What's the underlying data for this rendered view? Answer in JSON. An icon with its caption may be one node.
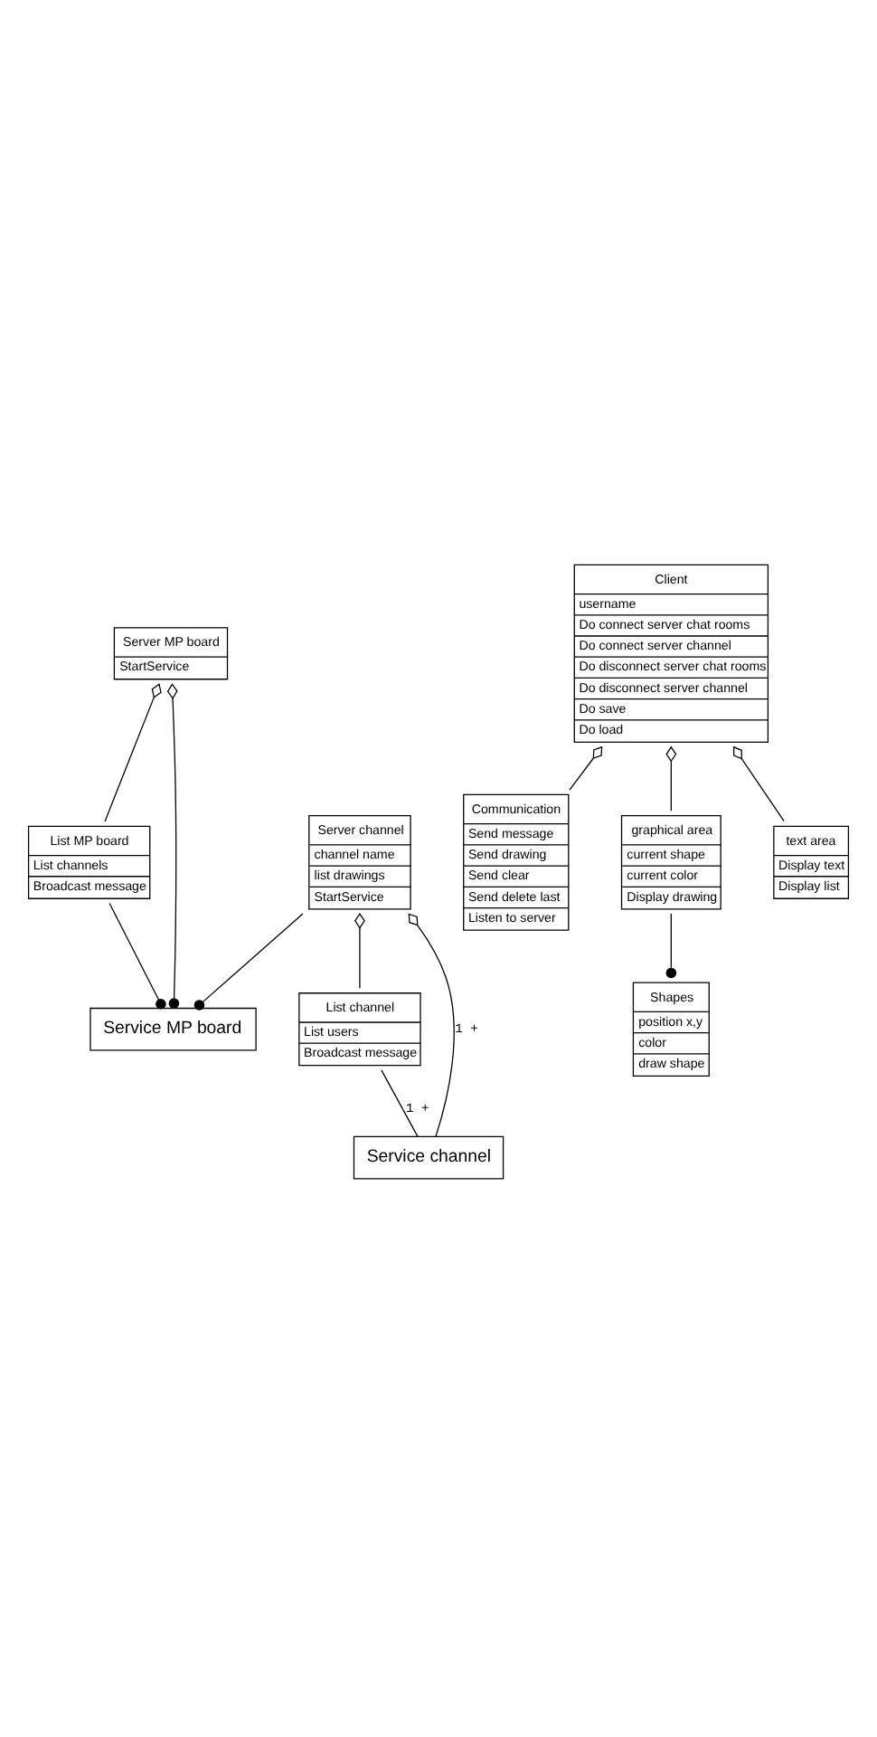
{
  "diagram": {
    "nodes": [
      {
        "text": [
          "Server MP board",
          "StartService"
        ]
      },
      {
        "text": [
          "List MP board",
          "List channels",
          "Broadcast message"
        ]
      },
      {
        "text": [
          "Service MP board"
        ]
      },
      {
        "text": [
          "Server channel",
          "channel name",
          "list drawings",
          "StartService"
        ]
      },
      {
        "text": [
          "List channel",
          "List users",
          "Broadcast message"
        ]
      },
      {
        "text": [
          "Service channel"
        ]
      },
      {
        "text": [
          "Client",
          "username",
          "Do connect server chat rooms",
          "Do connect server channel",
          "Do disconnect server chat rooms",
          "Do disconnect server channel",
          "Do save",
          "Do load"
        ]
      },
      {
        "text": [
          "Communication",
          "Send message",
          "Send drawing",
          "Send clear",
          "Send delete last",
          "Listen to server"
        ]
      },
      {
        "text": [
          "graphical area",
          "current shape",
          "current color",
          "Display drawing"
        ]
      },
      {
        "text": [
          "text area",
          "Display text",
          "Display list"
        ]
      },
      {
        "text": [
          "Shapes",
          "position x,y",
          "color",
          "draw shape"
        ]
      }
    ],
    "edges": [
      {
        "from": 0,
        "to": 1,
        "arrow": "other"
      },
      {
        "from": 0,
        "to": 2,
        "arrow": "other"
      },
      {
        "from": 1,
        "to": 2,
        "arrow": "other"
      },
      {
        "from": 3,
        "to": 2,
        "arrow": "other"
      },
      {
        "from": 3,
        "to": 4,
        "arrow": "other"
      },
      {
        "from": 3,
        "to": 5,
        "arrow": "other",
        "label": "1 +"
      },
      {
        "from": 4,
        "to": 5,
        "arrow": "none",
        "label": "1 +"
      },
      {
        "from": 6,
        "to": 7,
        "arrow": "other"
      },
      {
        "from": 6,
        "to": 8,
        "arrow": "other"
      },
      {
        "from": 6,
        "to": 9,
        "arrow": "other"
      },
      {
        "from": 8,
        "to": 10,
        "arrow": "other"
      }
    ]
  }
}
